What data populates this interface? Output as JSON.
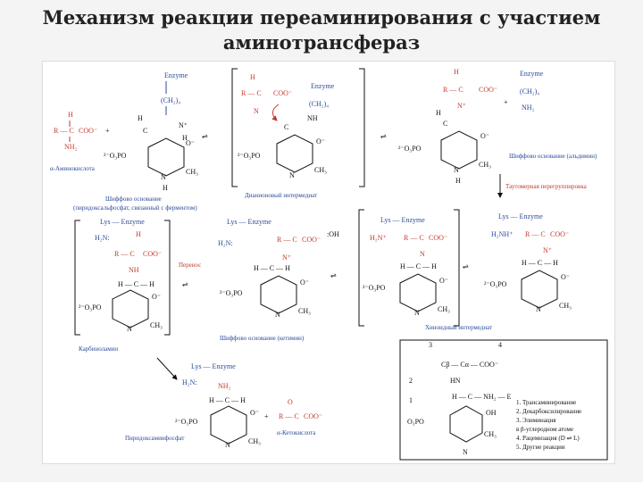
{
  "title": {
    "line1": "Механизм реакции переаминирования с участием",
    "line2": "аминотрансфераз"
  },
  "labels": {
    "enzyme": "Enzyme",
    "lys_enzyme": "Lys — Enzyme",
    "ch2_4": "(CH₂)₄",
    "coo": "COO⁻",
    "phosphate": "²⁻O₃PO",
    "ch3": "CH₃",
    "nh2": "NH₂",
    "h2n": "H₂N:",
    "alpha_amino_acid": "α-Аминокислота",
    "schiff_base_pyridoxal": "Шиффово основание",
    "schiff_base_pyridoxal_sub": "(пиридоксальфосфат, связанный с ферментом)",
    "dianion": "Дианионовый интермедиат",
    "schiff_base_aldimine": "Шиффово основание (альдимин)",
    "tautomer": "Таутомерная перегруппировка",
    "quinonoid": "Хиноидный интермедиат",
    "schiff_base_ketimine": "Шиффово основание (кетимин)",
    "carbinolamine": "Карбиноламин",
    "transfer": "Перенос",
    "pyridoxamine_phosphate": "Пиридоксаминфосфат",
    "alpha_keto_acid": "α-Кетокислота",
    "oh": ":OH",
    "r_c": "R — C"
  },
  "legend": {
    "items": [
      "1. Трансаминирование",
      "2. Декарбоксилирование",
      "3. Элиминация",
      "   в β-углеродном атоме",
      "4. Рацемизация (D ⇌ L)",
      "5. Другие реакции"
    ],
    "markers": [
      "1",
      "2",
      "3",
      "4",
      "5"
    ]
  }
}
